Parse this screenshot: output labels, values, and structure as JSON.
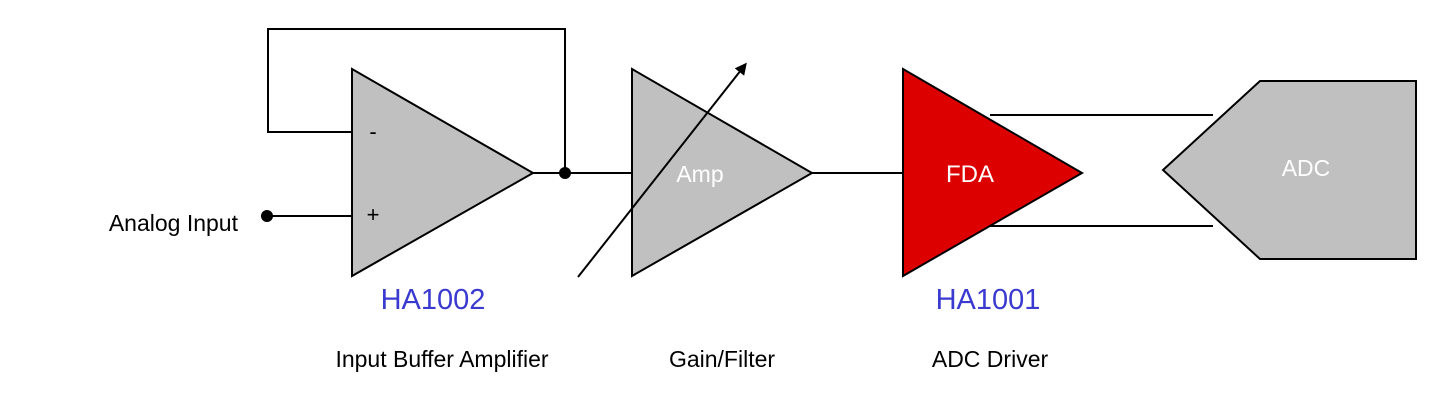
{
  "input": {
    "label": "Analog Input"
  },
  "buffer_amp": {
    "minus_sign": "-",
    "plus_sign": "+",
    "part_number": "HA1002",
    "caption": "Input Buffer Amplifier"
  },
  "gain_stage": {
    "label": "Amp",
    "caption": "Gain/Filter"
  },
  "fda_stage": {
    "label": "FDA",
    "part_number": "HA1001",
    "caption": "ADC Driver"
  },
  "adc": {
    "label": "ADC"
  },
  "colors": {
    "gray_block": "#c0c0c0",
    "fda_red": "#dd0000",
    "part_number_blue": "#3a3ad0",
    "wire": "#000000"
  }
}
